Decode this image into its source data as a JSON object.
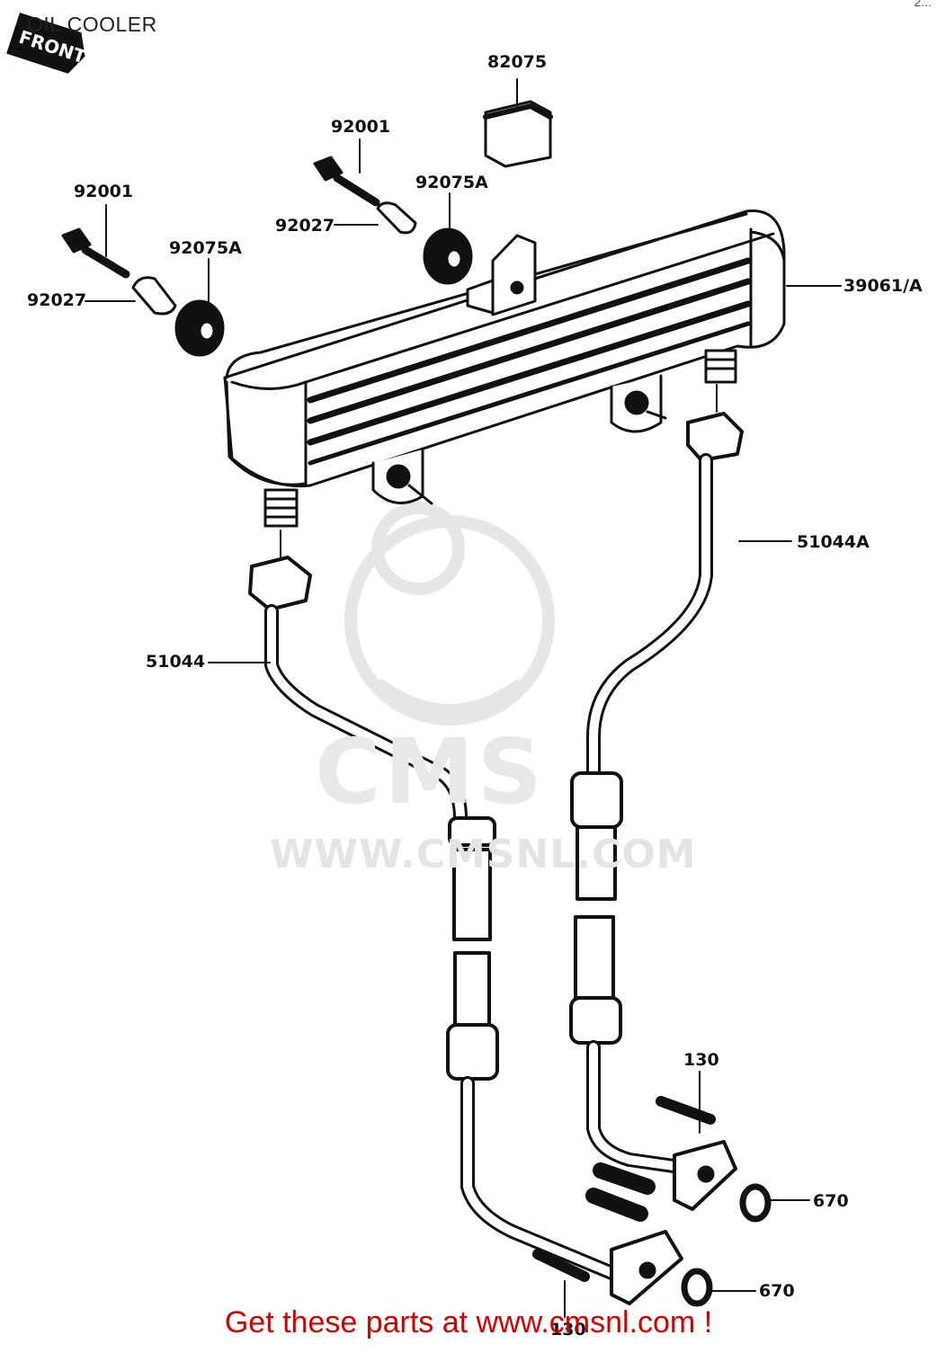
{
  "header": {
    "title": "OIL COOLER",
    "front_tag": "FRONT",
    "corner_mark": "2..."
  },
  "watermark": {
    "logo": "CMS",
    "url": "WWW.CMSNL.COM"
  },
  "callouts": [
    {
      "id": "part-82075",
      "label": "82075"
    },
    {
      "id": "part-92001-upper",
      "label": "92001"
    },
    {
      "id": "part-92075a-upper",
      "label": "92075A"
    },
    {
      "id": "part-92001-left",
      "label": "92001"
    },
    {
      "id": "part-92027-upper",
      "label": "92027"
    },
    {
      "id": "part-92075a-left",
      "label": "92075A"
    },
    {
      "id": "part-92027-left",
      "label": "92027"
    },
    {
      "id": "part-39061",
      "label": "39061/A"
    },
    {
      "id": "part-51044a",
      "label": "51044A"
    },
    {
      "id": "part-51044",
      "label": "51044"
    },
    {
      "id": "part-130-upper",
      "label": "130"
    },
    {
      "id": "part-670-upper",
      "label": "670"
    },
    {
      "id": "part-670-lower",
      "label": "670"
    },
    {
      "id": "part-130-lower",
      "label": "130"
    }
  ],
  "footer": {
    "text": "Get these parts at www.cmsnl.com !"
  },
  "colors": {
    "line": "#111111",
    "footer": "#d40000",
    "watermark": "#e4e4e4"
  }
}
